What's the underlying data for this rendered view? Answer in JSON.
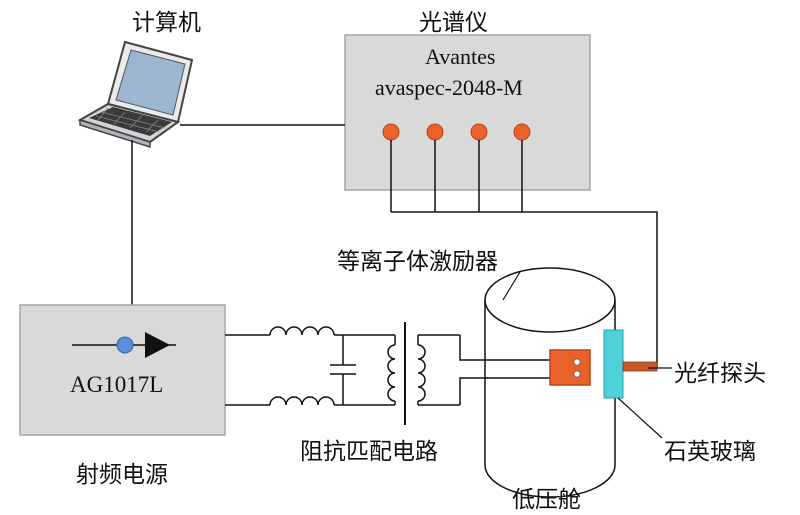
{
  "labels": {
    "computer": "计算机",
    "spectrometer": "光谱仪",
    "spectrometer_brand": "Avantes",
    "spectrometer_model": "avaspec-2048-M",
    "plasma_exciter": "等离子体激励器",
    "fiber_probe": "光纤探头",
    "quartz_glass": "石英玻璃",
    "matching_circuit": "阻抗匹配电路",
    "low_pressure_chamber": "低压舱",
    "rf_power_model": "AG1017L",
    "rf_power_supply": "射频电源"
  },
  "colors": {
    "box_fill": "#d9d9d9",
    "box_stroke": "#a6a6a6",
    "port_fill": "#e8622a",
    "probe_fill": "#c65a2a",
    "glass_fill": "#4fd1d9",
    "icon_blue": "#5b8fd9"
  }
}
